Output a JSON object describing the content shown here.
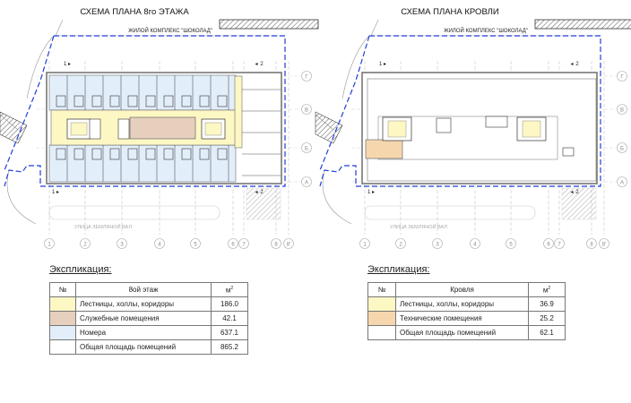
{
  "plans": [
    {
      "title": "СХЕМА ПЛАНА 8го ЭТАЖА",
      "neighbor_label": "ЖИЛОЙ КОМПЛЕКС \"ШОКОЛАД\"",
      "street_label": "УЛИЦА ЗЕМЛЯНОЙ ВАЛ",
      "type": "floor"
    },
    {
      "title": "СХЕМА ПЛАНА КРОВЛИ",
      "neighbor_label": "ЖИЛОЙ КОМПЛЕКС \"ШОКОЛАД\"",
      "street_label": "УЛИЦА ЗЕМЛЯНОЙ ВАЛ",
      "type": "roof"
    }
  ],
  "axes_columns": [
    "1",
    "2",
    "3",
    "4",
    "5",
    "6",
    "7",
    "8",
    "8'"
  ],
  "axes_rows": [
    "Г",
    "В",
    "Б",
    "А"
  ],
  "section_marks": [
    "1",
    "1",
    "2",
    "2"
  ],
  "colors": {
    "corridor": "#fdf7c4",
    "service": "#e6cfbd",
    "rooms": "#e3eefb",
    "technical": "#f6d7ad",
    "boundary": "#1f3fd6"
  },
  "explication_tables": [
    {
      "heading": "Экспликация:",
      "col_no": "№",
      "col_name": "8ой этаж",
      "col_area": "м",
      "col_area_sup": "2",
      "rows": [
        {
          "color": "#fdf7c4",
          "name": "Лестницы, холлы, коридоры",
          "area": "186.0"
        },
        {
          "color": "#e6cfbd",
          "name": "Служебные помещения",
          "area": "42.1"
        },
        {
          "color": "#e3eefb",
          "name": "Номера",
          "area": "637.1"
        }
      ],
      "total_name": "Общая площадь помещений",
      "total_area": "865.2"
    },
    {
      "heading": "Экспликация:",
      "col_no": "№",
      "col_name": "Кровля",
      "col_area": "м",
      "col_area_sup": "2",
      "rows": [
        {
          "color": "#fdf7c4",
          "name": "Лестницы, холлы, коридоры",
          "area": "36.9"
        },
        {
          "color": "#f6d7ad",
          "name": "Технические помещения",
          "area": "25.2"
        }
      ],
      "total_name": "Общая площадь помещений",
      "total_area": "62.1"
    }
  ]
}
